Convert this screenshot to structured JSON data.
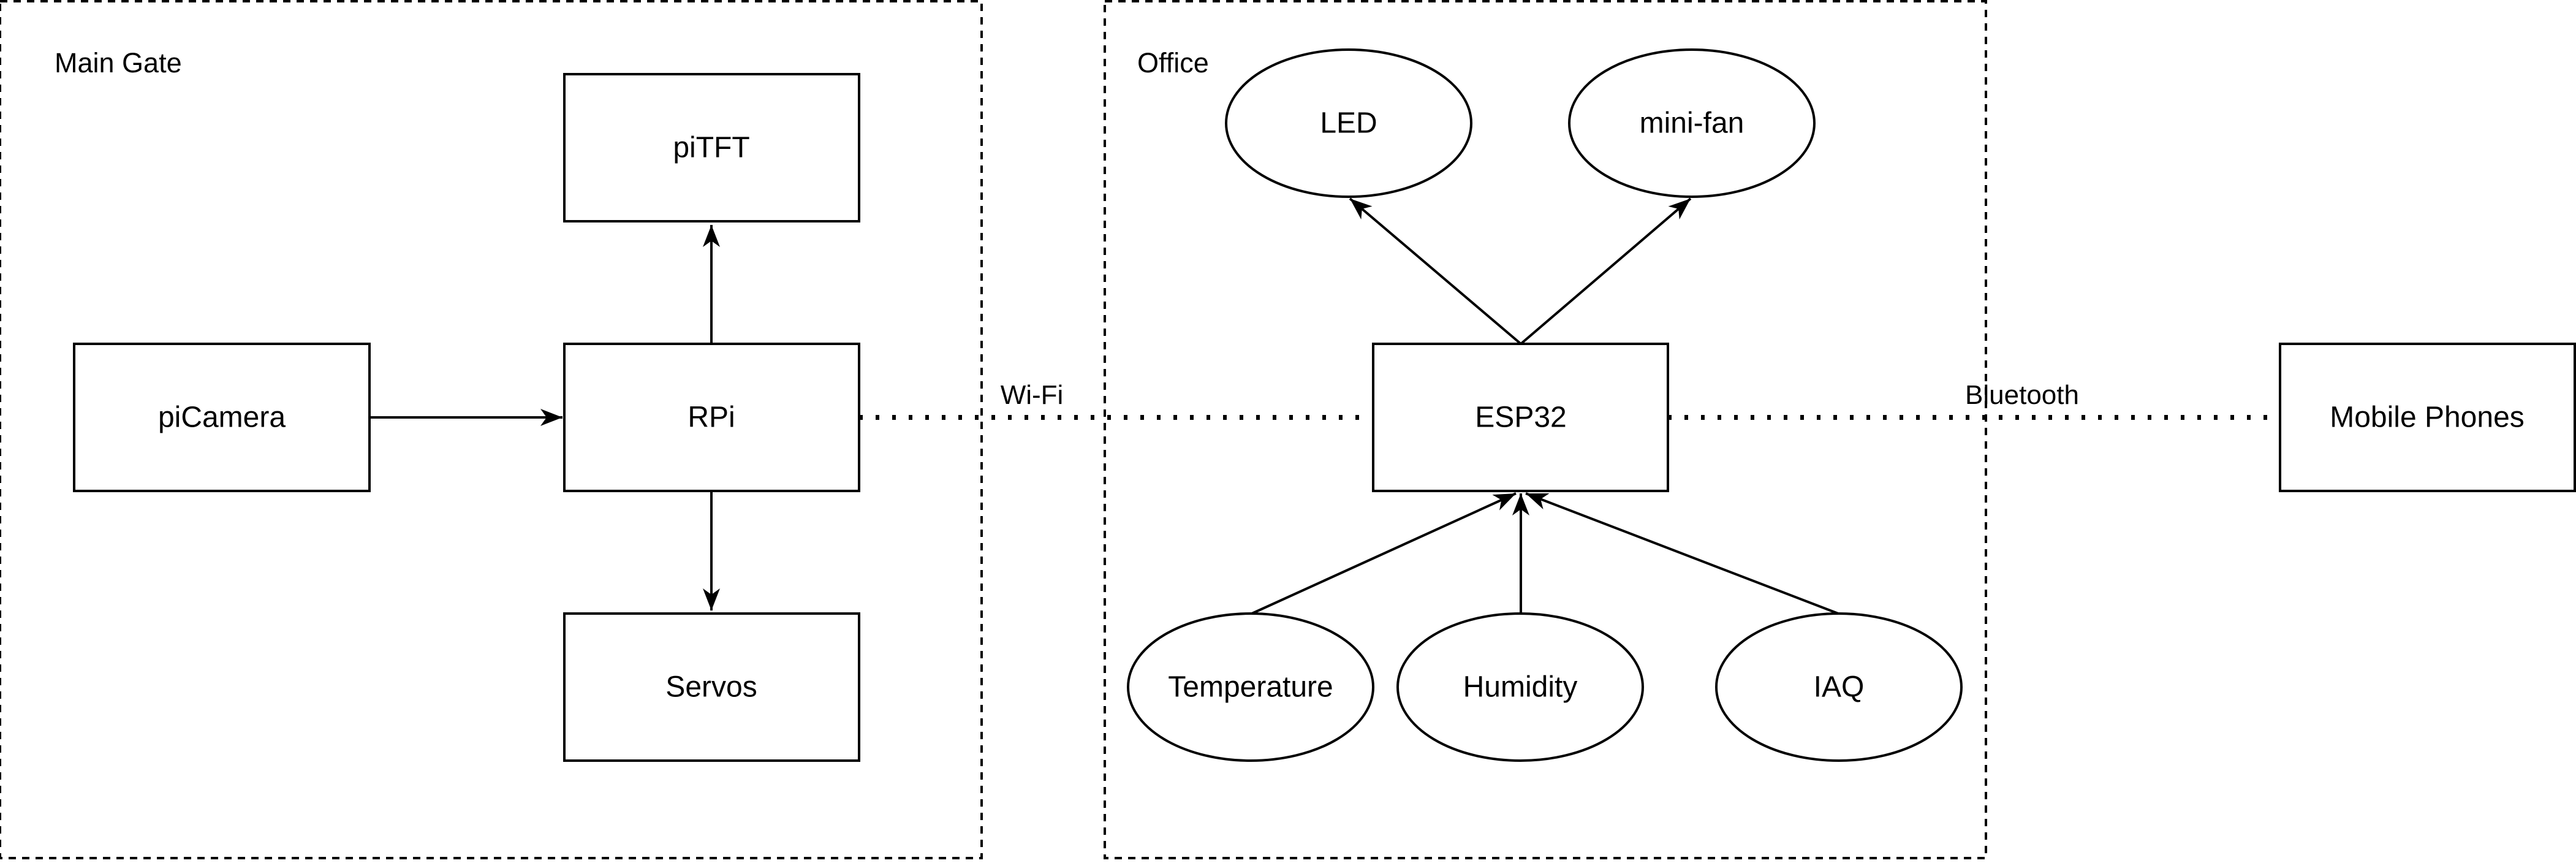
{
  "groups": {
    "main_gate": "Main Gate",
    "office": "Office"
  },
  "nodes": {
    "picamera": "piCamera",
    "rpi": "RPi",
    "pitft": "piTFT",
    "servos": "Servos",
    "esp32": "ESP32",
    "led": "LED",
    "mini_fan": "mini-fan",
    "temperature": "Temperature",
    "humidity": "Humidity",
    "iaq": "IAQ",
    "mobile_phones": "Mobile Phones"
  },
  "links": {
    "wifi": "Wi-Fi",
    "bluetooth": "Bluetooth"
  },
  "colors": {
    "stroke": "#000000",
    "background": "#ffffff"
  }
}
